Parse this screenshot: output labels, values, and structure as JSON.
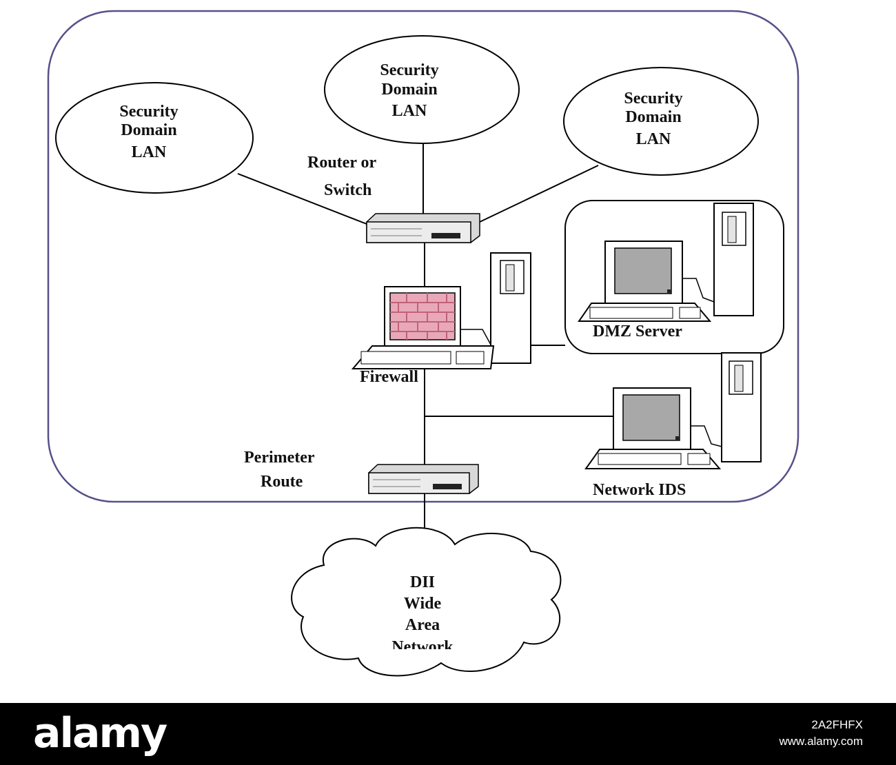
{
  "diagram": {
    "lan_left": {
      "line1": "Security",
      "line2": "Domain",
      "line3": "LAN"
    },
    "lan_center": {
      "line1": "Security",
      "line2": "Domain",
      "line3": "LAN"
    },
    "lan_right": {
      "line1": "Security",
      "line2": "Domain",
      "line3": "LAN"
    },
    "router_switch": {
      "line1": "Router or",
      "line2": "Switch"
    },
    "firewall": "Firewall",
    "dmz_server": "DMZ Server",
    "network_ids": "Network IDS",
    "perimeter_router": {
      "line1": "Perimeter",
      "line2": "Route"
    },
    "wan_cloud": {
      "line1": "DII",
      "line2": "Wide",
      "line3": "Area",
      "line4": "Network"
    }
  },
  "watermark": {
    "logo": "alamy",
    "image_id": "2A2FHFX",
    "site": "www.alamy.com"
  },
  "colors": {
    "boundary": "#55508a",
    "firewall_brick": "#c0627a",
    "screen": "#a8a8a8"
  }
}
